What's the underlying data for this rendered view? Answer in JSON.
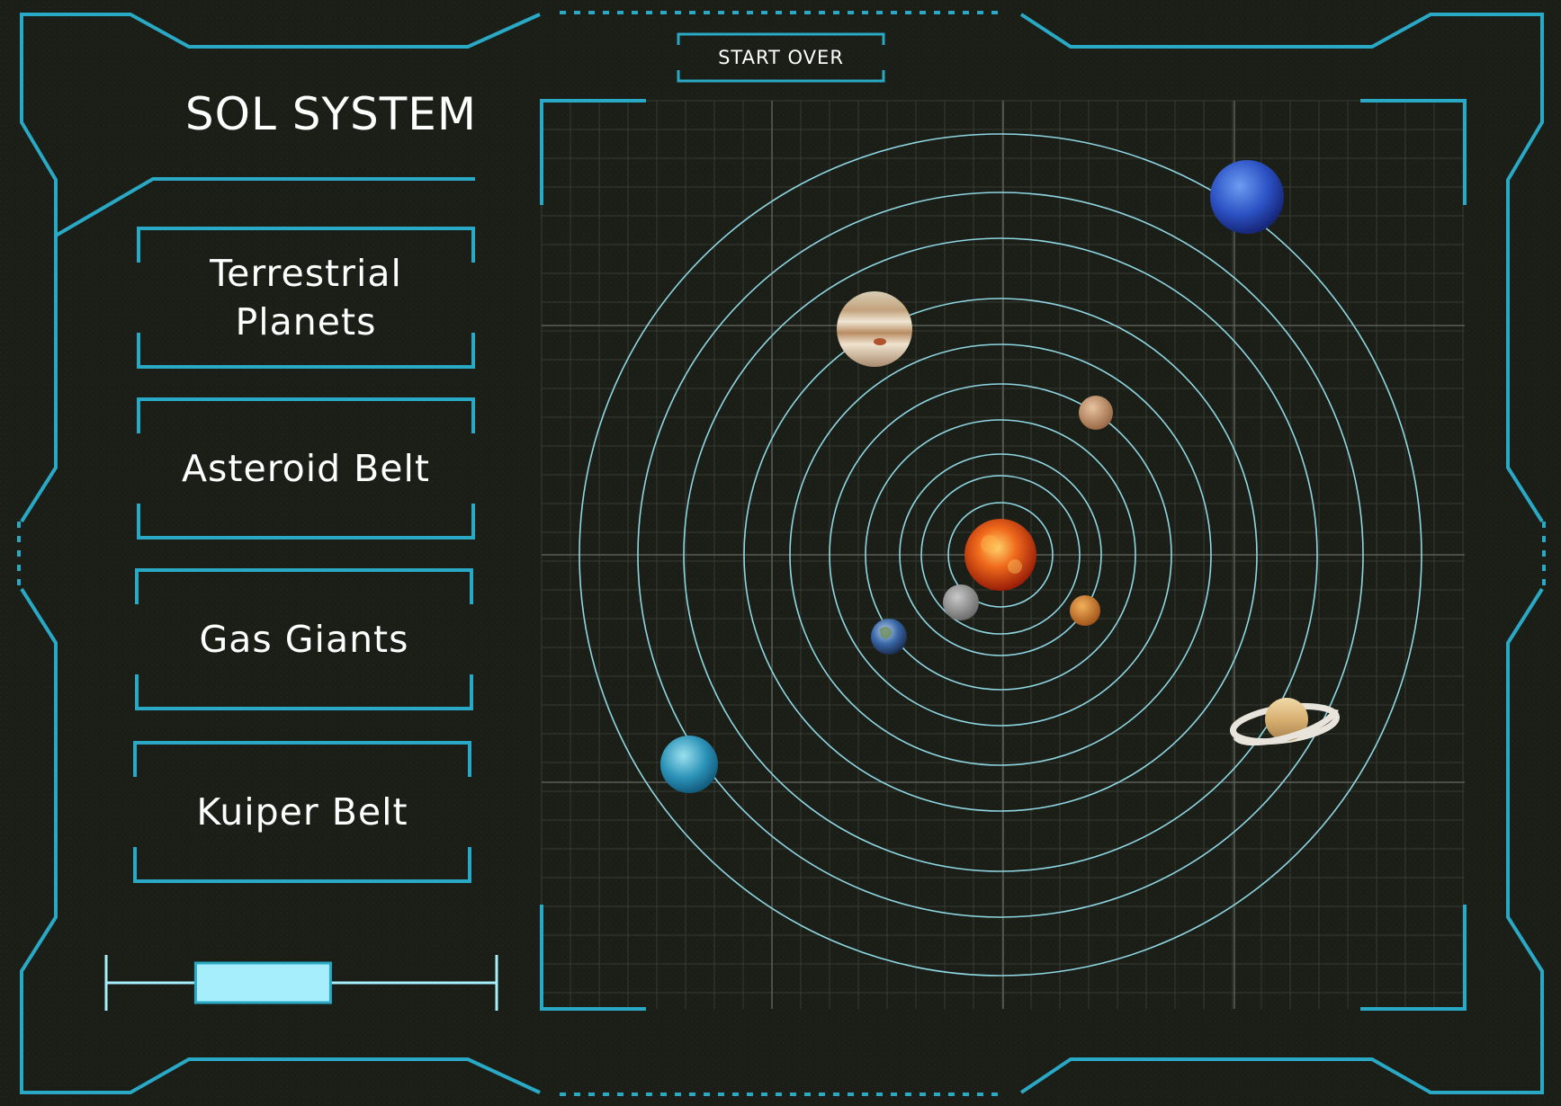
{
  "header": {
    "title": "SOL SYSTEM",
    "start_over_label": "START OVER"
  },
  "menu": {
    "items": [
      {
        "label": "Terrestrial Planets"
      },
      {
        "label": "Asteroid Belt"
      },
      {
        "label": "Gas Giants"
      },
      {
        "label": "Kuiper Belt"
      }
    ]
  },
  "slider": {
    "value_percent": 35
  },
  "colors": {
    "accent": "#2aa9c6",
    "orbit": "#8fd6e3",
    "slider_fill": "#a6eefb",
    "background": "#1a1e16",
    "text": "#ffffff"
  },
  "solar_map": {
    "bodies": [
      {
        "name": "sun-icon"
      },
      {
        "name": "mercury-icon"
      },
      {
        "name": "venus-icon"
      },
      {
        "name": "earth-icon"
      },
      {
        "name": "mars-icon"
      },
      {
        "name": "jupiter-icon"
      },
      {
        "name": "saturn-icon"
      },
      {
        "name": "uranus-icon"
      },
      {
        "name": "neptune-icon"
      }
    ]
  }
}
